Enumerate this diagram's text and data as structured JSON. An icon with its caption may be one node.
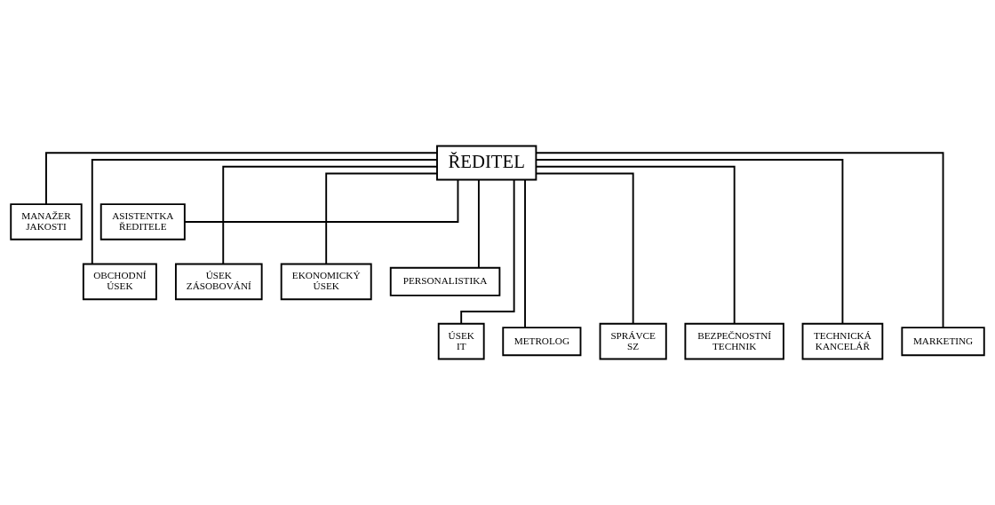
{
  "diagram": {
    "nodes": [
      {
        "text": [
          "ŘEDITEL"
        ]
      },
      {
        "text": [
          "MANAŽER JAKOSTI"
        ]
      },
      {
        "text": [
          "ASISTENTKA ŘEDITELE"
        ]
      },
      {
        "text": [
          "OBCHODNÍ ÚSEK"
        ]
      },
      {
        "text": [
          "ÚSEK ZÁSOBOVÁNÍ"
        ]
      },
      {
        "text": [
          "EKONOMICKÝ ÚSEK"
        ]
      },
      {
        "text": [
          "PERSONALISTIKA"
        ]
      },
      {
        "text": [
          "ÚSEK IT"
        ]
      },
      {
        "text": [
          "METROLOG"
        ]
      },
      {
        "text": [
          "SPRÁVCE SZ"
        ]
      },
      {
        "text": [
          "BEZPEČNOSTNÍ TECHNIK"
        ]
      },
      {
        "text": [
          "TECHNICKÁ KANCELÁŘ"
        ]
      },
      {
        "text": [
          "MARKETING"
        ]
      }
    ],
    "edges": [
      {
        "from": 0,
        "to": 1,
        "arrow": "none"
      },
      {
        "from": 0,
        "to": 2,
        "arrow": "none"
      },
      {
        "from": 0,
        "to": 3,
        "arrow": "none"
      },
      {
        "from": 0,
        "to": 4,
        "arrow": "none"
      },
      {
        "from": 0,
        "to": 5,
        "arrow": "none"
      },
      {
        "from": 0,
        "to": 6,
        "arrow": "none"
      },
      {
        "from": 0,
        "to": 7,
        "arrow": "none"
      },
      {
        "from": 0,
        "to": 8,
        "arrow": "none"
      },
      {
        "from": 0,
        "to": 9,
        "arrow": "none"
      },
      {
        "from": 0,
        "to": 10,
        "arrow": "none"
      },
      {
        "from": 0,
        "to": 11,
        "arrow": "none"
      },
      {
        "from": 0,
        "to": 12,
        "arrow": "none"
      }
    ]
  }
}
